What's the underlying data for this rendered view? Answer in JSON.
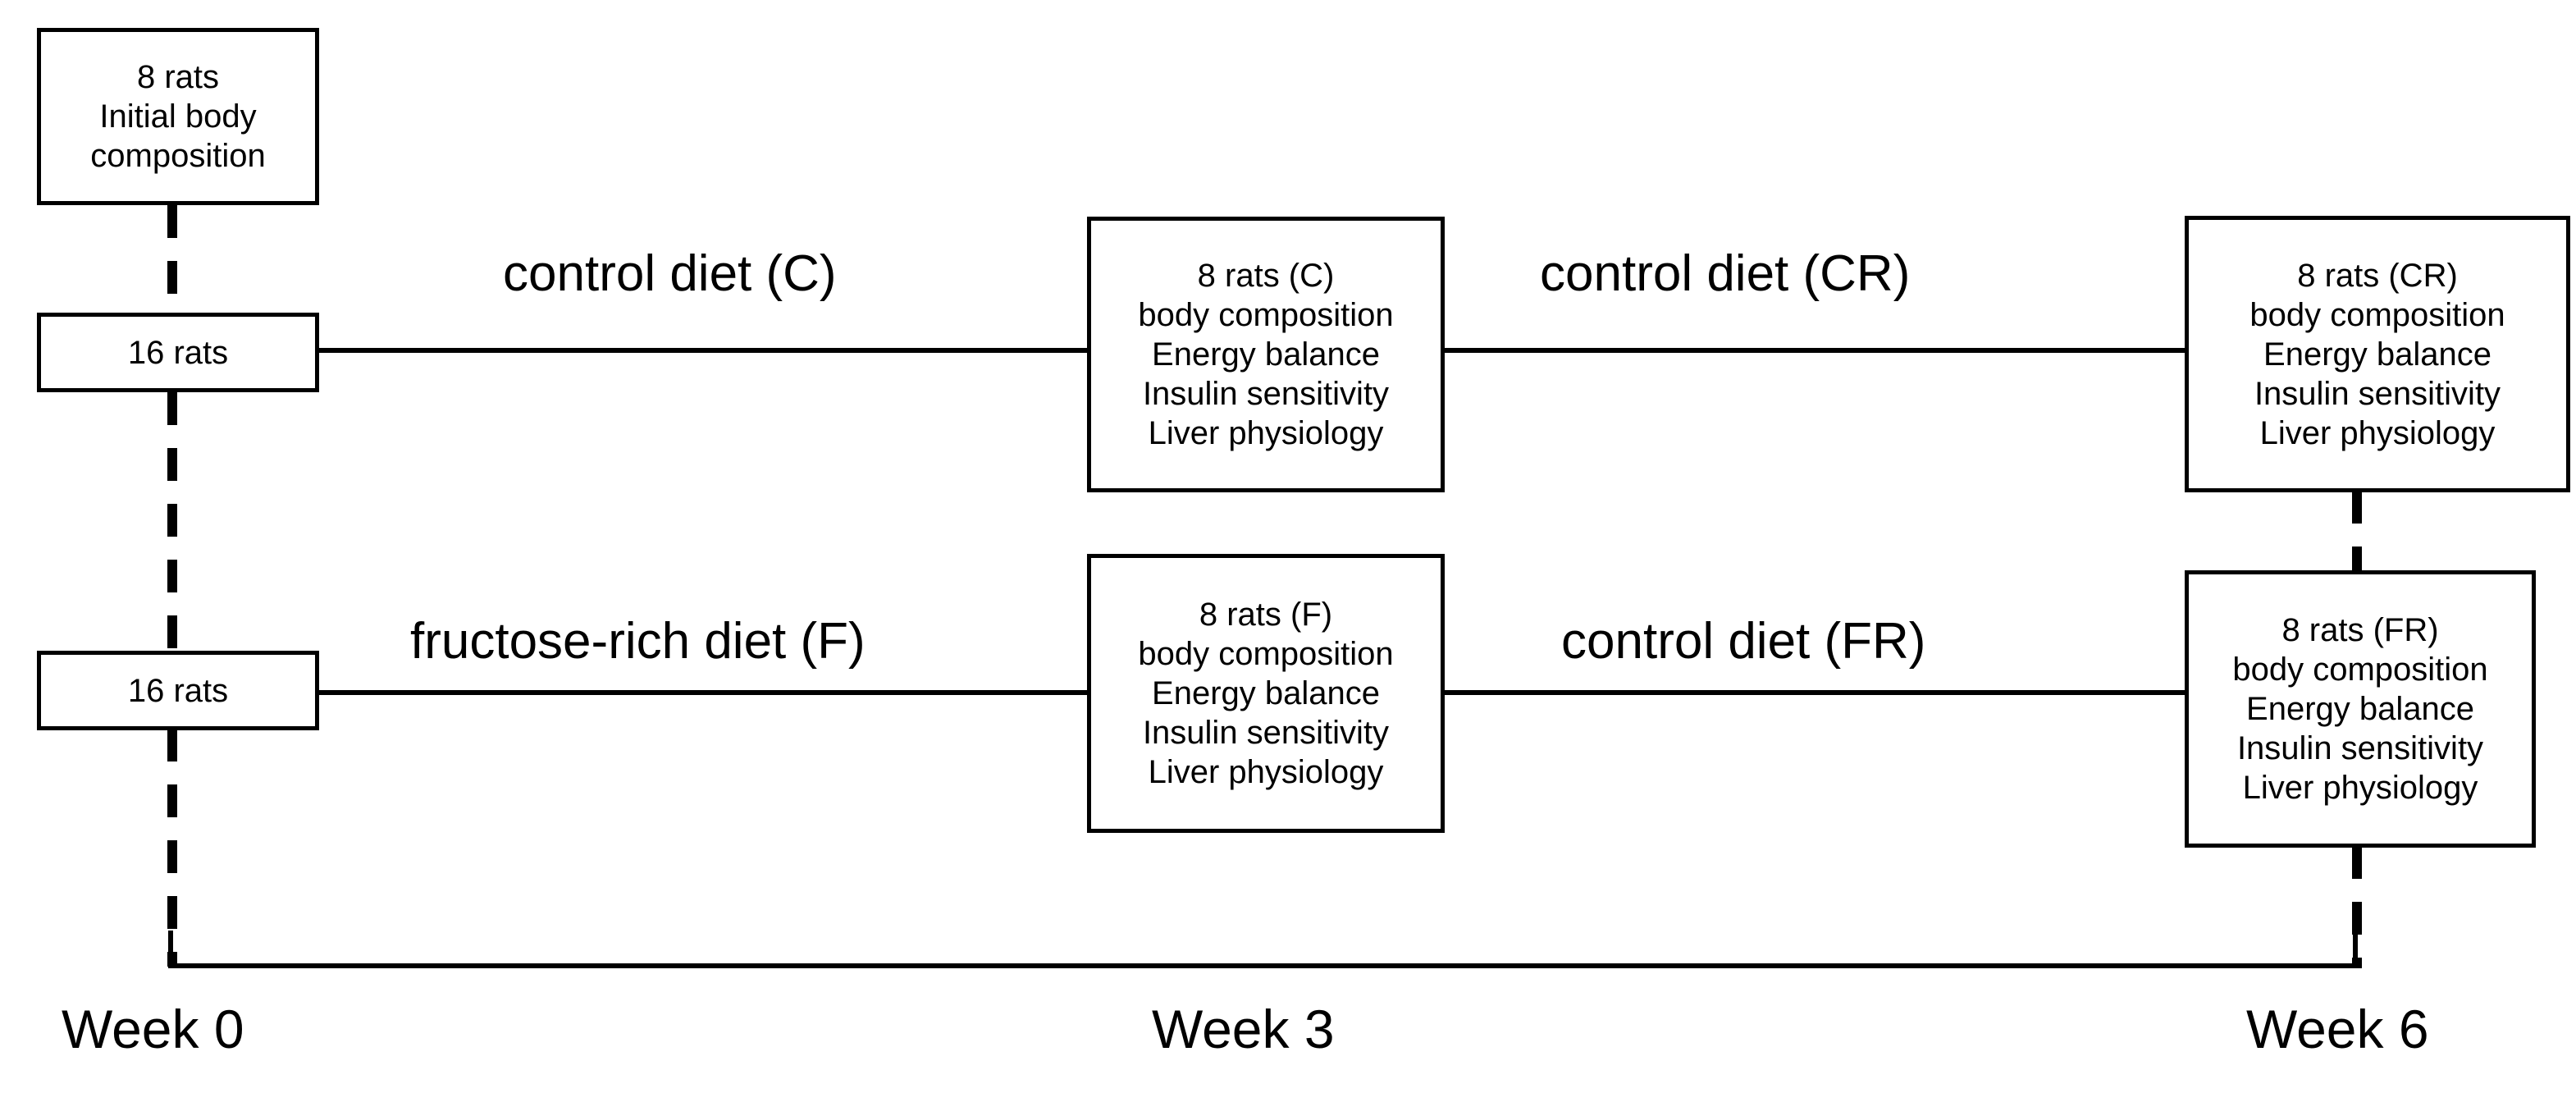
{
  "diagram": {
    "title": "Rat dietary intervention study design timeline",
    "accent_color": "#000000",
    "background_color": "#ffffff",
    "nodes": {
      "initial": {
        "name": "initial-cohort",
        "lines": [
          "8 rats",
          "Initial body",
          "composition"
        ]
      },
      "group_top": {
        "name": "control-arm-start",
        "lines": [
          "16 rats"
        ]
      },
      "group_bottom": {
        "name": "fructose-arm-start",
        "lines": [
          "16 rats"
        ]
      },
      "week3_c": {
        "name": "week3-control",
        "lines": [
          "8 rats (C)",
          "body composition",
          "Energy balance",
          "Insulin sensitivity",
          "Liver physiology"
        ]
      },
      "week3_f": {
        "name": "week3-fructose",
        "lines": [
          "8 rats (F)",
          "body composition",
          "Energy balance",
          "Insulin sensitivity",
          "Liver physiology"
        ]
      },
      "week6_cr": {
        "name": "week6-control-rescue",
        "lines": [
          "8 rats (CR)",
          "body composition",
          "Energy balance",
          "Insulin sensitivity",
          "Liver physiology"
        ]
      },
      "week6_fr": {
        "name": "week6-fructose-rescue",
        "lines": [
          "8 rats (FR)",
          "body composition",
          "Energy balance",
          "Insulin sensitivity",
          "Liver physiology"
        ]
      }
    },
    "edges": {
      "control_phase1": "control diet (C)",
      "control_phase2": "control diet (CR)",
      "fructose_phase1": "fructose-rich diet (F)",
      "fructose_phase2": "control diet (FR)"
    },
    "timeline": {
      "week_0": "Week 0",
      "week_3": "Week 3",
      "week_6": "Week 6"
    }
  }
}
